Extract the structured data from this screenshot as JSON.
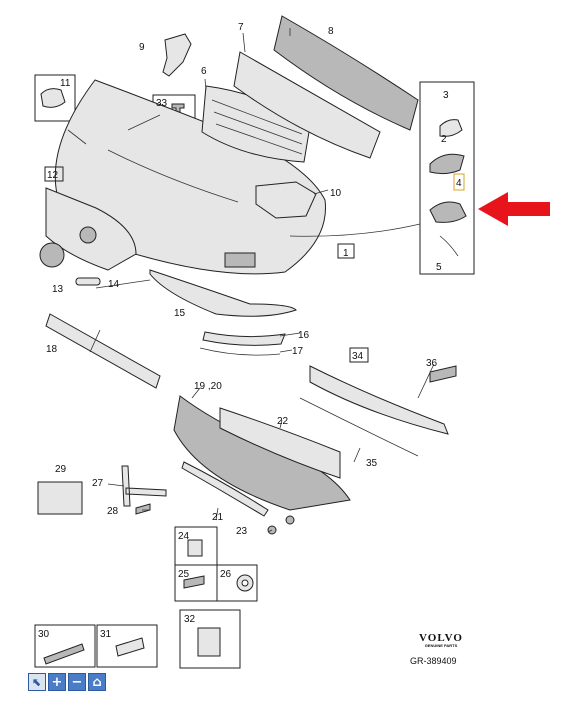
{
  "diagram": {
    "callouts": [
      {
        "id": "c1",
        "label": "1"
      },
      {
        "id": "c2",
        "label": "2"
      },
      {
        "id": "c3",
        "label": "3"
      },
      {
        "id": "c4",
        "label": "4"
      },
      {
        "id": "c5",
        "label": "5"
      },
      {
        "id": "c6",
        "label": "6"
      },
      {
        "id": "c7",
        "label": "7"
      },
      {
        "id": "c8",
        "label": "8"
      },
      {
        "id": "c9",
        "label": "9"
      },
      {
        "id": "c10",
        "label": "10"
      },
      {
        "id": "c11",
        "label": "11"
      },
      {
        "id": "c12",
        "label": "12"
      },
      {
        "id": "c13",
        "label": "13"
      },
      {
        "id": "c14",
        "label": "14"
      },
      {
        "id": "c15",
        "label": "15"
      },
      {
        "id": "c16",
        "label": "16"
      },
      {
        "id": "c17",
        "label": "17"
      },
      {
        "id": "c18",
        "label": "18"
      },
      {
        "id": "c19",
        "label": "19 ,20"
      },
      {
        "id": "c21",
        "label": "21"
      },
      {
        "id": "c22",
        "label": "22"
      },
      {
        "id": "c23",
        "label": "23"
      },
      {
        "id": "c24",
        "label": "24"
      },
      {
        "id": "c25",
        "label": "25"
      },
      {
        "id": "c26",
        "label": "26"
      },
      {
        "id": "c27",
        "label": "27"
      },
      {
        "id": "c28",
        "label": "28"
      },
      {
        "id": "c29",
        "label": "29"
      },
      {
        "id": "c30",
        "label": "30"
      },
      {
        "id": "c31",
        "label": "31"
      },
      {
        "id": "c32",
        "label": "32"
      },
      {
        "id": "c33",
        "label": "33"
      },
      {
        "id": "c34",
        "label": "34"
      },
      {
        "id": "c35",
        "label": "35"
      },
      {
        "id": "c36",
        "label": "36"
      }
    ],
    "highlight_color": "#e8141b",
    "brand": "VOLVO",
    "brand_sub": "GENUINE PARTS",
    "reference": "GR-389409"
  },
  "toolbar": {
    "buttons": [
      {
        "name": "pointer-tool-button",
        "icon": "cursor-icon",
        "glyph": "⬉"
      },
      {
        "name": "zoom-in-button",
        "icon": "plus-icon",
        "glyph": "+"
      },
      {
        "name": "zoom-out-button",
        "icon": "minus-icon",
        "glyph": "−"
      },
      {
        "name": "home-button",
        "icon": "home-icon",
        "glyph": "⌂"
      }
    ]
  }
}
